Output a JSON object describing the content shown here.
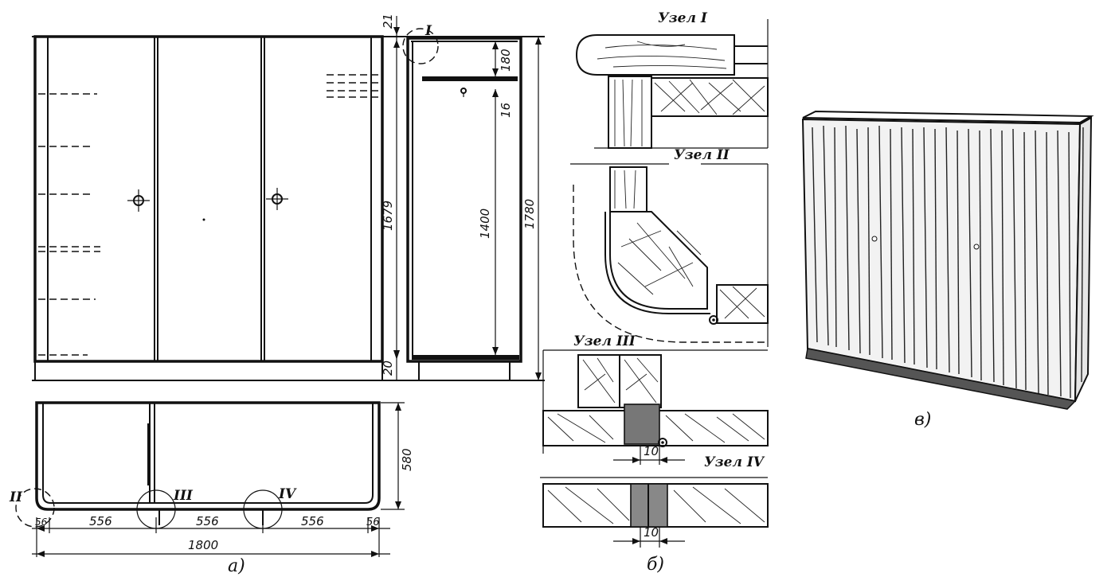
{
  "view_a": {
    "caption": "а)",
    "dims": {
      "top_gap": "21",
      "shelf_height": "180",
      "shelf_thickness": "16",
      "inner_height": "1679",
      "door_space": "1400",
      "total_height": "1780",
      "base_height": "20",
      "depth": "580",
      "side_left": "56",
      "section_1": "556",
      "section_2": "556",
      "section_3": "556",
      "side_right": "56",
      "total_width": "1800"
    },
    "markers": {
      "node_1": "I",
      "node_2": "II",
      "node_3": "III",
      "node_4": "IV"
    }
  },
  "view_b": {
    "caption": "б)",
    "nodes": {
      "node_1": "Узел I",
      "node_2": "Узел II",
      "node_3": "Узел III",
      "node_4": "Узел IV"
    },
    "dims": {
      "gap_3": "10",
      "gap_4": "10"
    }
  },
  "view_c": {
    "caption": "в)"
  }
}
